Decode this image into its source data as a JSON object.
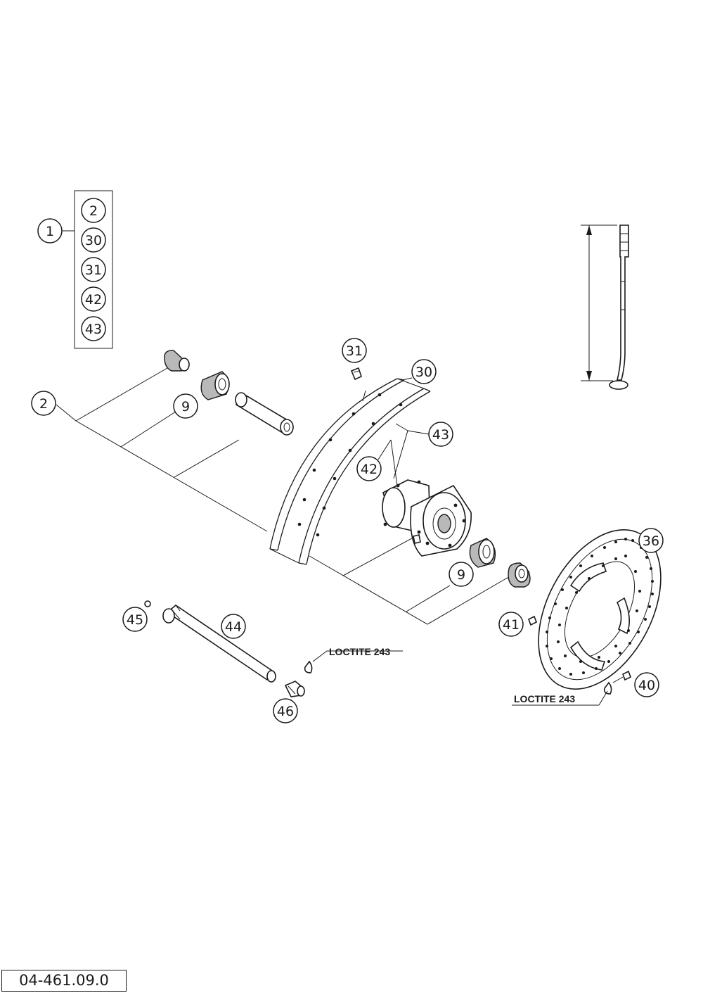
{
  "kit": {
    "label": "1",
    "items": [
      "2",
      "30",
      "31",
      "42",
      "43"
    ]
  },
  "callouts": {
    "spacer_left": "2",
    "bearing_left": "9",
    "valve": "31",
    "rim": "30",
    "spoke_nipple": "43",
    "spoke": "42",
    "bearing_right": "9",
    "brake_disc": "36",
    "disc_bolt": "41",
    "disc_nut": "40",
    "axle_nut": "45",
    "axle": "44",
    "clamp_bolt": "46"
  },
  "notes": {
    "loctite_axle": "LOCTITE 243",
    "loctite_disc": "LOCTITE 243"
  },
  "drawing_code": "04-461.09.0",
  "colors": {
    "line": "#1a1a1a",
    "shade": "#b9b9b9",
    "background": "#ffffff"
  }
}
